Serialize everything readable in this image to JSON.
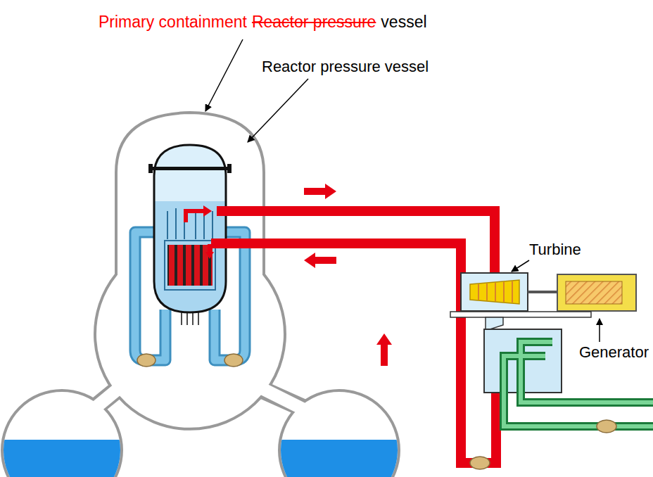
{
  "diagram": {
    "labels": [
      "Primary containment",
      "Reactor pressure",
      "vessel",
      "Reactor pressure vessel",
      "Turbine",
      "Generator"
    ]
  }
}
